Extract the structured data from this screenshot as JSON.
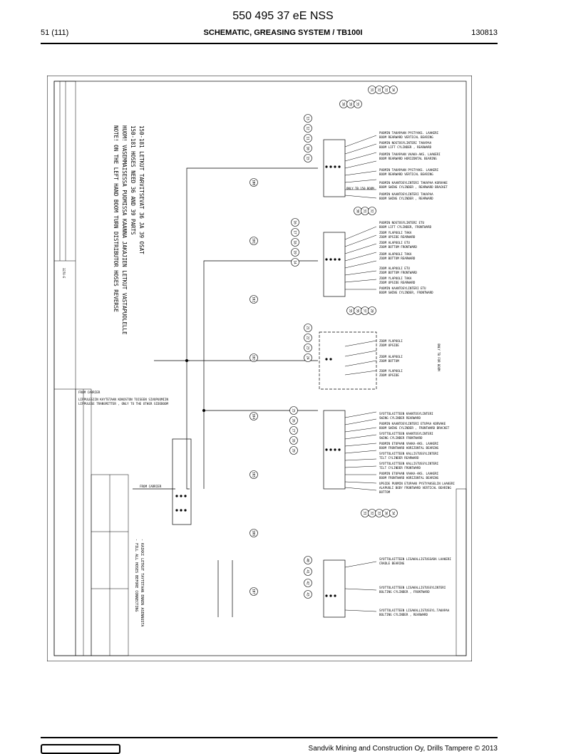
{
  "header": {
    "doc_title": "550 495 37 eE NSS",
    "page": "51 (111)",
    "section_title": "SCHEMATIC, GREASING SYSTEM / TB100I",
    "date_code": "130813"
  },
  "footer": {
    "company": "Sandvik Mining and Construction Oy, Drills Tampere © 2013"
  },
  "schematic": {
    "notes": [
      "150-181 LETKUT TARVITSEVAT 36 JA 39 OSAT",
      "150-181 HOSES NEED 36 AND 39 PARTS",
      "HUOM! VASEMMAISESSA PUOMISSA KAANNA JAKAJIEN LETKUT VASTAPUOLELLE",
      "NOTE! ON THE LEFT HAND BOOM TURN DISTRIBUTOR HOSES REVERSE"
    ],
    "group1_labels": [
      "PUOMIN TAKAPAAN PYSTYAKS. LAAKERI",
      "BOOM REARWARD VERTICAL BEARING",
      "PUOMIN NOSTOSYLINTERI TAKAPAA",
      "BOOM LIFT CYLINDER , REARWARD",
      "PUOMIN TAKAPAAN VAAKA-AKS. LAAKERI",
      "BOOM REARWARD HORIZONTAL BEARING",
      "PUOMIN TAKAPAAN PYSTYAKS. LAAKERI",
      "BOOM REARWARD VERTICAL BEARING",
      "PUOMIN KAANTOSYLINTERI TAKAPAA KORVAKE",
      "BOOM SWING CYLINDER , REARWARD BRACKET",
      "PUOMIN KAANTOSYLINTERI TAKAPAA",
      "BOOM SWING CYLINDER , REARWARD"
    ],
    "group2_labels": [
      "PUOMIN NOSTOSYLINTERI ETU",
      "BOOM LIFT CYLINDER, FRONTWARD",
      "ZOOM YLAPUOLI TAKA",
      "ZOOM UPSIDE REARWARD",
      "ZOOM ALAPUOLI ETU",
      "ZOOM BOTTOM FRONTWARD",
      "ZOOM ALAPUOLI TAKA",
      "ZOOM BOTTOM REARWARD",
      "ZOOM ALAPUOLI ETU",
      "ZOOM BOTTOM FRONTWARD",
      "ZOOM YLAPUOLI TAKA",
      "ZOOM UPSIDE REARWARD",
      "PUOMIN KAANTOSYLINTERI ETU",
      "BOOM SWING CYLINDER, FRONTWARD"
    ],
    "group3_labels": [
      "ZOOM YLAPUOLI",
      "ZOOM UPSIDE",
      "ZOOM ALAPUOLI",
      "ZOOM BOTTOM",
      "ZOOM YLAPUOLI",
      "ZOOM UPSIDE"
    ],
    "group4_labels": [
      "SYOTTOLAITTEEN KAANTOSYLINTERI",
      "SWING CYLINDER REARWARD",
      "PUOMIN KAANTOSYLINTERI ETUPAA KORVAKE",
      "BOOM SWING CYLINDER , FRONTWARD BRACKET",
      "SYOTTOLAITTEEN KAANTOSYLINTERI",
      "SWING CYLINDER FRONTWARD",
      "PUOMIN ETUPAAN VAAKA-AKS. LAAKERI",
      "BOOM FRONTWARD HORIZONTAL BEARING",
      "SYOTTOLAITTEEN KALLISTUSSYLINTERI",
      "TILT CYLINDER REARWARD",
      "SYOTTOLAITTEEN KALLISTUSSYLINTERI",
      "TILT CYLINDER FRONTWARD",
      "PUOMIN ETUPAAN VAAKA-AKS. LAAKERI",
      "BOOM FRONTWARD HORIZONTAL BEARING",
      "UPSIDE PUOMIN ETUPAAN PYSTYAKSELIN LAAKERI",
      "ALAPUOLI BODY FRONTWARD VERTICAL BEARING",
      "BOTTOM"
    ],
    "group5_labels": [
      "SYOTTOLAITTEEN LISAKALLISTUSSARA LAAKERI",
      "CRADLE BEARING",
      "SYOTTOLAITTEEN LISAKALLISTUSSYLINTERI",
      "BOLTING CYLINDER , FRONTWARD",
      "SYOTTOLAITTEEN LISAKALLISTUSSYL.TAKAPAA",
      "BOLTING CYLINDER , REARWARD"
    ],
    "side_note_only_tb150": "ONLY TB 150 BOOM",
    "side_note_only_rb": "ONLY TB FOR BOOM",
    "from_carrier_1": "FROM CARRIER",
    "from_carrier_2": "FROM CARRIER",
    "lubrication_note": "LIPPULESIIN KAYTETAAN KOKOSTON TOISEEN SIVUPUOMIIN",
    "lubrication_note_en": "LIPPULESE TRANSMITTER , ONLY TO THE OTHER SIDEBOOM",
    "manifold_note": "- KAIKKI LETKUT TAYTETAAN ENNEN ASENNUSTA",
    "manifold_note_en": "- FILL ALL HOSES BEFORE CONNECTING",
    "drawing_number": "3270-E",
    "balloon_numbers": {
      "g1_top": [
        "31",
        "32",
        "33",
        "34"
      ],
      "g1_mid": [
        "38",
        "39",
        "35"
      ],
      "g1_left": [
        "13",
        "12",
        "11",
        "10",
        "15"
      ],
      "g1_bottom": [
        "30",
        "31",
        "32"
      ],
      "g2_left": [
        "16",
        "17",
        "18",
        "19",
        "14"
      ],
      "g2_top": [
        "35",
        "36",
        "37",
        "20"
      ],
      "g3_left": [
        "21",
        "22",
        "23",
        "24"
      ],
      "g4_left": [
        "25",
        "26",
        "27",
        "28",
        "29"
      ],
      "g4_bottom": [
        "31",
        "32",
        "33",
        "36",
        "34"
      ],
      "g5_left": [
        "40",
        "41",
        "42",
        "43"
      ],
      "side": [
        "100",
        "101",
        "102",
        "103",
        "104",
        "105",
        "106",
        "107"
      ]
    }
  }
}
